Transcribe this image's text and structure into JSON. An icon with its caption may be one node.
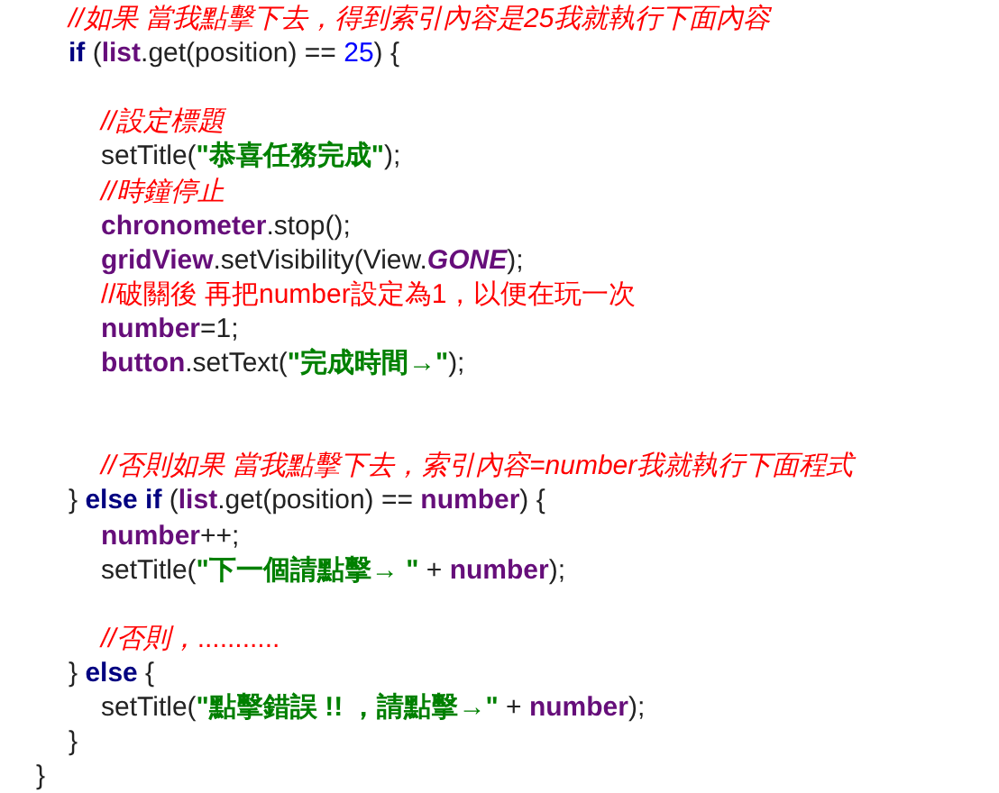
{
  "diagram": {
    "labels": [
      "//如果 當我點擊下去，得到索引內容是25我就執行下面內容",
      "**if** (**list**.get(position) == 25) {",
      "//設定標題",
      "setTitle(**\"恭喜任務完成\"**);",
      "//時鐘停止",
      "**chronometer**.stop();",
      "**gridView**.setVisibility(View.*GONE*);",
      "//破關後 再把number設定為1，以便在玩一次",
      "**number**=1;",
      "**button**.setText(**\"完成時間→\"**);",
      "//否則如果 當我點擊下去，索引內容=number我就執行下面程式",
      "} **else if** (**list**.get(position) == **number**) {",
      "**number**++;",
      "setTitle(**\"下一個請點擊→ \"** + **number**);",
      "*//否則，*...........",
      "} **else** {",
      "setTitle(**\"點擊錯誤 !! ，請點擊→\"** + **number**);",
      "}",
      "}"
    ]
  }
}
